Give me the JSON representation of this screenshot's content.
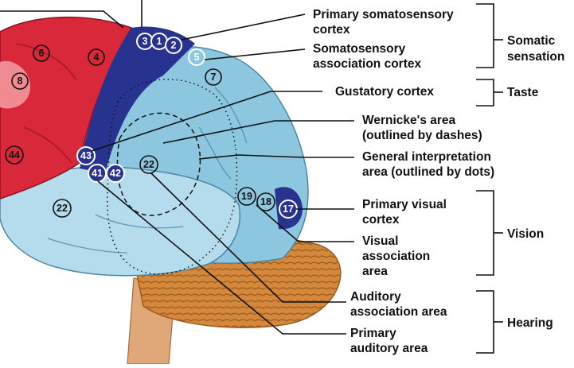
{
  "labels": {
    "primary_somatosensory": [
      "Primary somatosensory",
      "cortex"
    ],
    "somatosensory_association": [
      "Somatosensory",
      "association cortex"
    ],
    "gustatory": [
      "Gustatory cortex"
    ],
    "wernicke": [
      "Wernicke's area",
      "(outlined by dashes)"
    ],
    "general_interpretation": [
      "General interpretation",
      "area (outlined by dots)"
    ],
    "primary_visual": [
      "Primary visual",
      "cortex"
    ],
    "visual_association": [
      "Visual",
      "association",
      "area"
    ],
    "auditory_association": [
      "Auditory",
      "association area"
    ],
    "primary_auditory": [
      "Primary",
      "auditory area"
    ]
  },
  "groups": {
    "somatic": [
      "Somatic",
      "sensation"
    ],
    "taste": [
      "Taste"
    ],
    "vision": [
      "Vision"
    ],
    "hearing": [
      "Hearing"
    ]
  },
  "brodmann": {
    "n3": "3",
    "n1": "1",
    "n2": "2",
    "n5": "5",
    "n7": "7",
    "n6": "6",
    "n4": "4",
    "n8": "8",
    "n44": "44",
    "n43": "43",
    "n41": "41",
    "n42": "42",
    "n22a": "22",
    "n22b": "22",
    "n19": "19",
    "n18": "18",
    "n17": "17"
  },
  "colors": {
    "frontal_red": "#d8283a",
    "primary_cortex_navy": "#28328f",
    "association_light_blue": "#8cc6df",
    "temporal_pale_blue": "#b4dced",
    "cerebellum_orange": "#d4883c"
  }
}
